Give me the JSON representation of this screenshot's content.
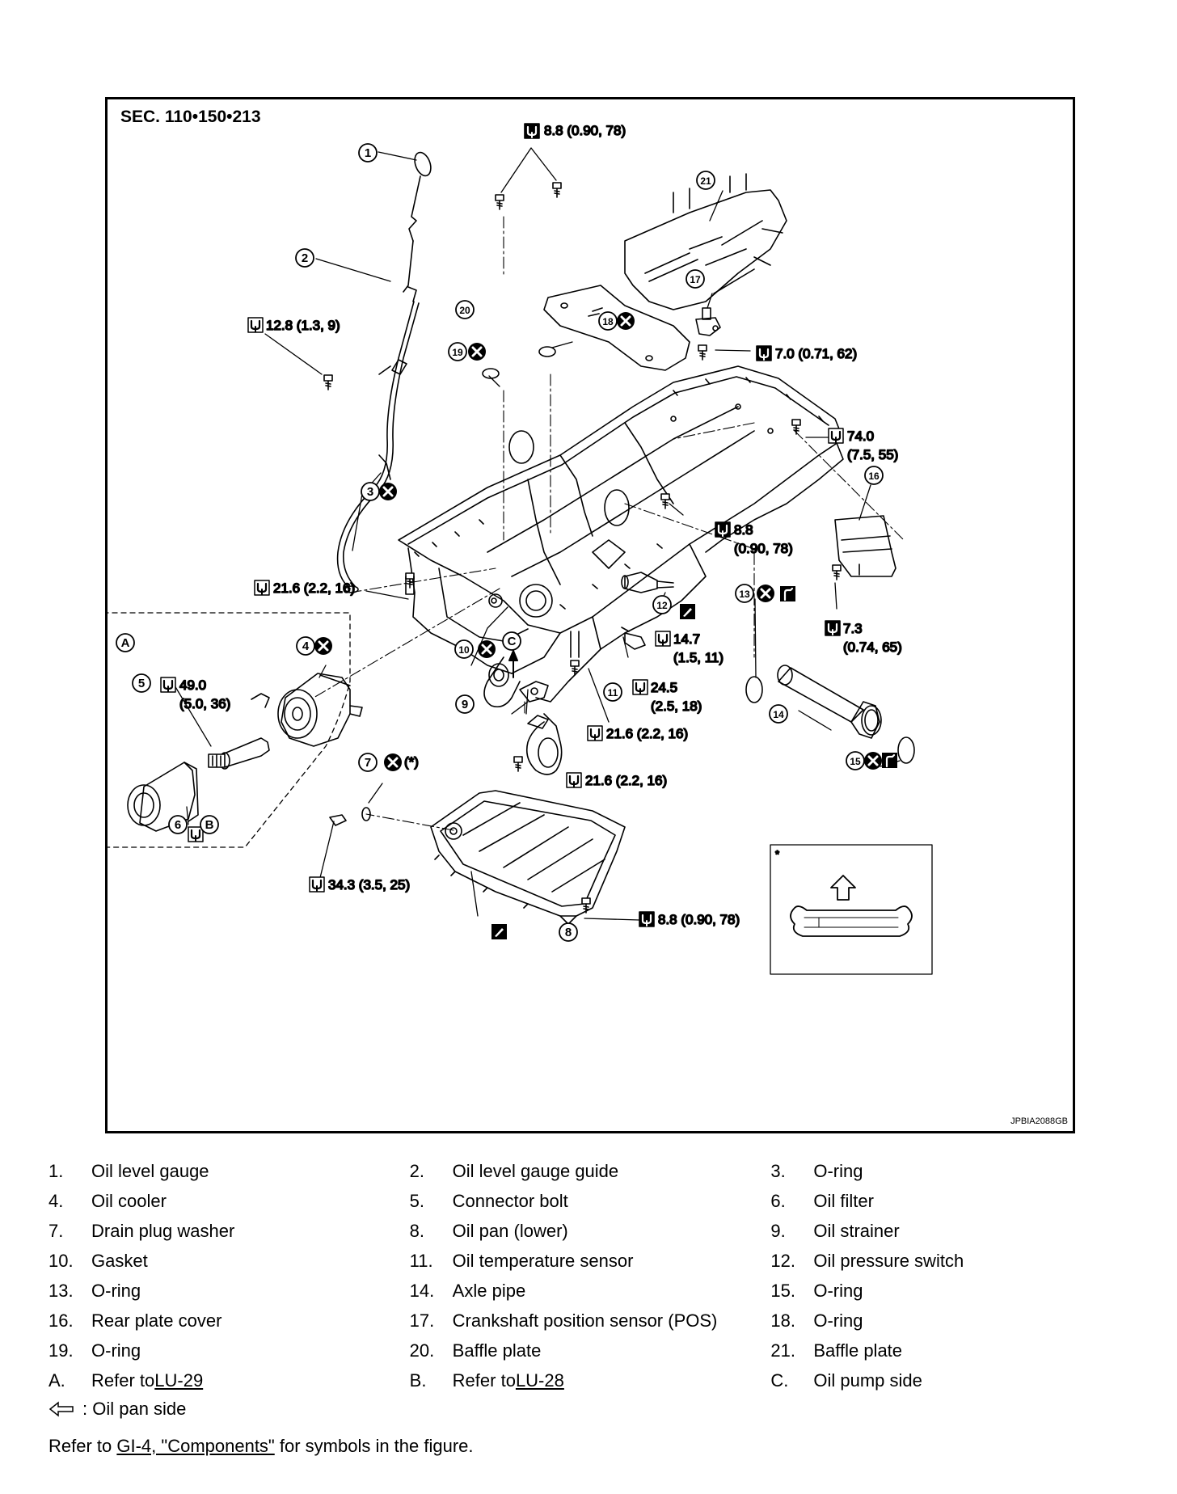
{
  "section_title": "SEC. 110•150•213",
  "figure_id": "JPBIA2088GB",
  "torques": {
    "t_bolt_top": "8.8 (0.90, 78)",
    "t_guide": "12.8 (1.3, 9)",
    "t_pos": "7.0 (0.71, 62)",
    "t_rear_a": "74.0",
    "t_rear_b": "(7.5, 55)",
    "t_mid_a": "8.8",
    "t_mid_b": "(0.90, 78)",
    "t_stud": "21.6 (2.2, 16)",
    "t_cooler_a": "49.0",
    "t_cooler_b": "(5.0, 36)",
    "t_press_a": "14.7",
    "t_press_b": "(1.5, 11)",
    "t_temp_a": "24.5",
    "t_temp_b": "(2.5, 18)",
    "t_strainer": "21.6 (2.2, 16)",
    "t_pan_bolt": "21.6 (2.2, 16)",
    "t_cover_a": "7.3",
    "t_cover_b": "(0.74, 65)",
    "t_drain": "34.3 (3.5, 25)",
    "t_lower_pan": "8.8 (0.90, 78)",
    "star_note": "(*)",
    "inset_star": "*"
  },
  "callouts": [
    "1",
    "2",
    "3",
    "4",
    "5",
    "6",
    "7",
    "8",
    "9",
    "10",
    "11",
    "12",
    "13",
    "14",
    "15",
    "16",
    "17",
    "18",
    "19",
    "20",
    "21",
    "A",
    "B",
    "C"
  ],
  "legend": [
    [
      {
        "key": "1.",
        "text": "Oil level gauge"
      },
      {
        "key": "2.",
        "text": "Oil level gauge guide"
      },
      {
        "key": "3.",
        "text": "O-ring"
      }
    ],
    [
      {
        "key": "4.",
        "text": "Oil cooler"
      },
      {
        "key": "5.",
        "text": "Connector bolt"
      },
      {
        "key": "6.",
        "text": "Oil filter"
      }
    ],
    [
      {
        "key": "7.",
        "text": "Drain plug washer"
      },
      {
        "key": "8.",
        "text": "Oil pan (lower)"
      },
      {
        "key": "9.",
        "text": "Oil strainer"
      }
    ],
    [
      {
        "key": "10.",
        "text": "Gasket"
      },
      {
        "key": "11.",
        "text": "Oil temperature sensor"
      },
      {
        "key": "12.",
        "text": "Oil pressure switch"
      }
    ],
    [
      {
        "key": "13.",
        "text": "O-ring"
      },
      {
        "key": "14.",
        "text": "Axle pipe"
      },
      {
        "key": "15.",
        "text": "O-ring"
      }
    ],
    [
      {
        "key": "16.",
        "text": "Rear plate cover"
      },
      {
        "key": "17.",
        "text": "Crankshaft position sensor (POS)"
      },
      {
        "key": "18.",
        "text": "O-ring"
      }
    ],
    [
      {
        "key": "19.",
        "text": "O-ring"
      },
      {
        "key": "20.",
        "text": "Baffle plate"
      },
      {
        "key": "21.",
        "text": "Baffle plate"
      }
    ]
  ],
  "legend_refs": {
    "a_key": "A.",
    "a_text": "Refer to ",
    "a_link": "LU-29",
    "b_key": "B.",
    "b_text": "Refer to ",
    "b_link": "LU-28",
    "c_key": "C.",
    "c_text": "Oil pump side"
  },
  "pan_side_note": ": Oil pan side",
  "refer_note": {
    "before": "Refer to ",
    "link": "GI-4, \"Components\"",
    "after": " for symbols in the figure."
  }
}
